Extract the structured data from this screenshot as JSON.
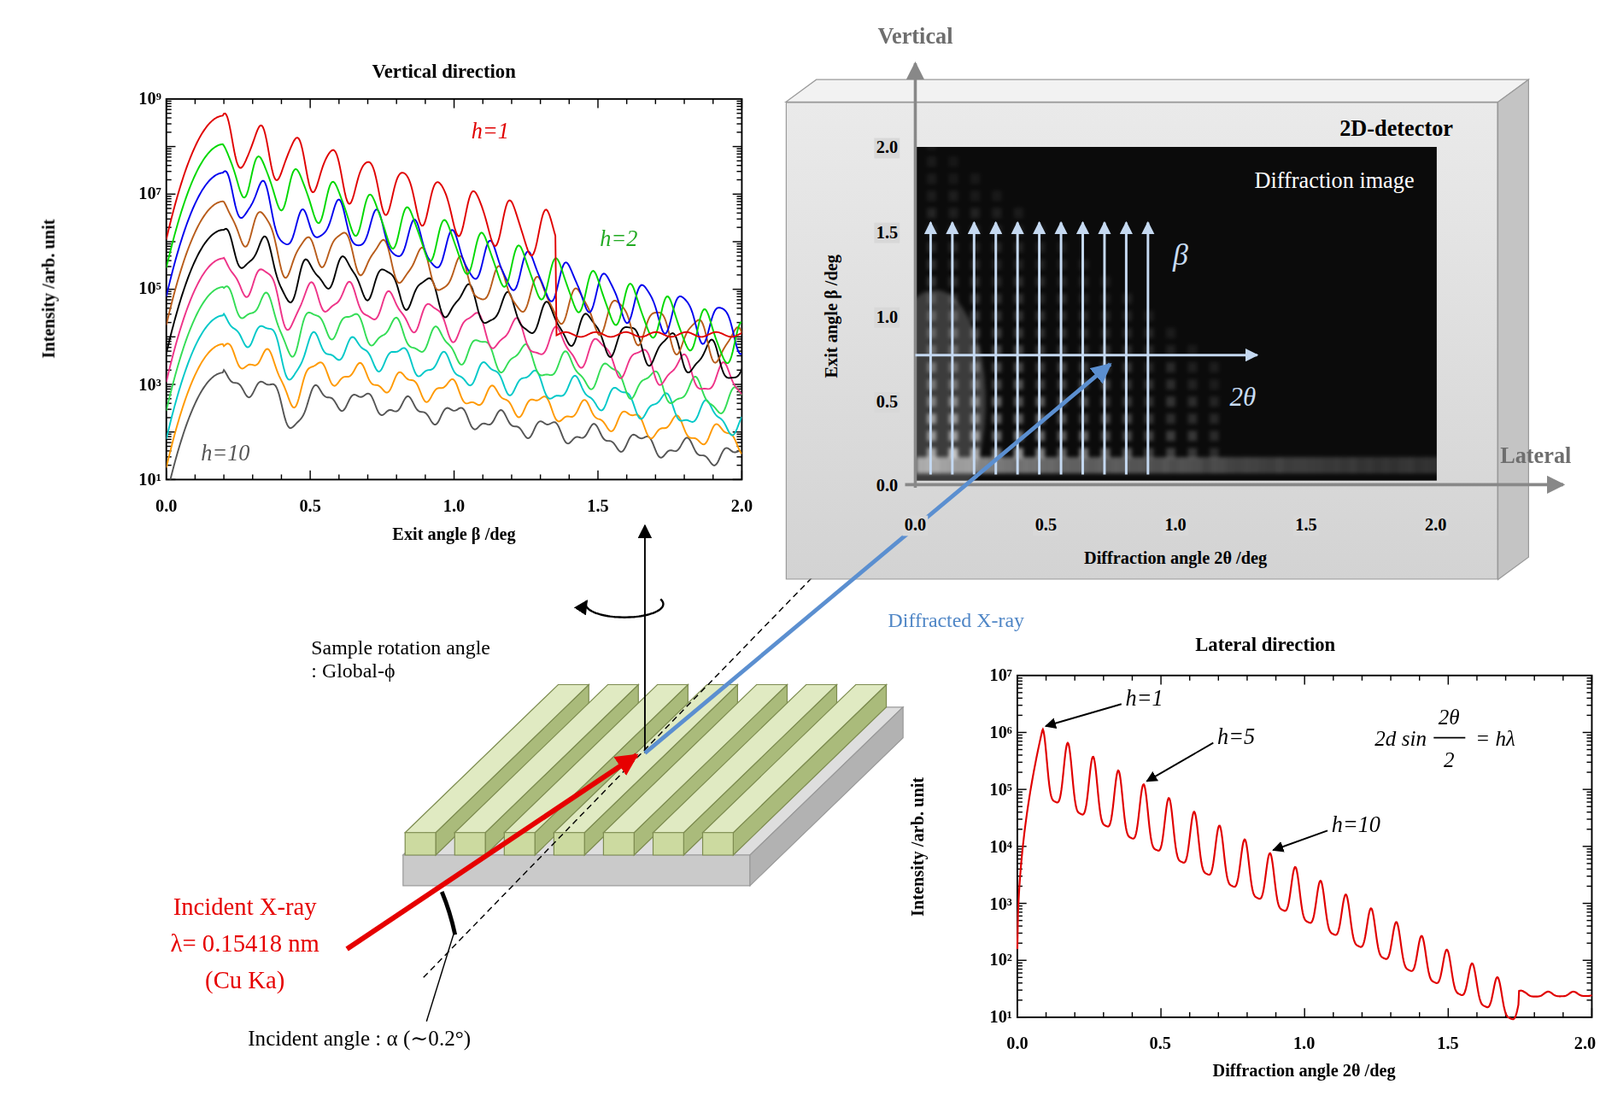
{
  "diagram": {
    "nodes": [
      {
        "text": [
          "2D-detector"
        ]
      },
      {
        "text": [
          "Diffraction image"
        ],
        "in": 0
      }
    ],
    "labels": [
      "Vertical direction",
      "10⁹",
      "10⁷",
      "10⁵",
      "10³",
      "10¹",
      "Intensity /arb. unit",
      "0.0",
      "0.5",
      "1.0",
      "1.5",
      "2.0",
      "Exit angle β /deg",
      "h=1",
      "h=2",
      "h=10",
      "Vertical",
      "Lateral",
      "2.0",
      "1.5",
      "1.0",
      "0.5",
      "0.0",
      "0.0",
      "0.5",
      "1.0",
      "1.5",
      "2.0",
      "Exit angle β /deg",
      "Diffraction angle 2θ /deg",
      "β",
      "2θ",
      "Diffracted X-ray",
      "Sample rotation angle : Global-ϕ",
      "Incident X-ray λ= 0.15418 nm (Cu Ka)",
      "Incident angle : α (∼0.2°)",
      "Lateral direction",
      "10⁷",
      "10⁶",
      "10⁵",
      "10⁴",
      "10³",
      "10²",
      "10¹",
      "Intensity /arb. unit",
      "0.0",
      "0.5",
      "1.0",
      "1.5",
      "2.0",
      "Diffraction angle 2θ /deg",
      "h=1",
      "h=5",
      "h=10",
      "2d sin",
      "2θ",
      "2",
      "= hλ"
    ]
  }
}
